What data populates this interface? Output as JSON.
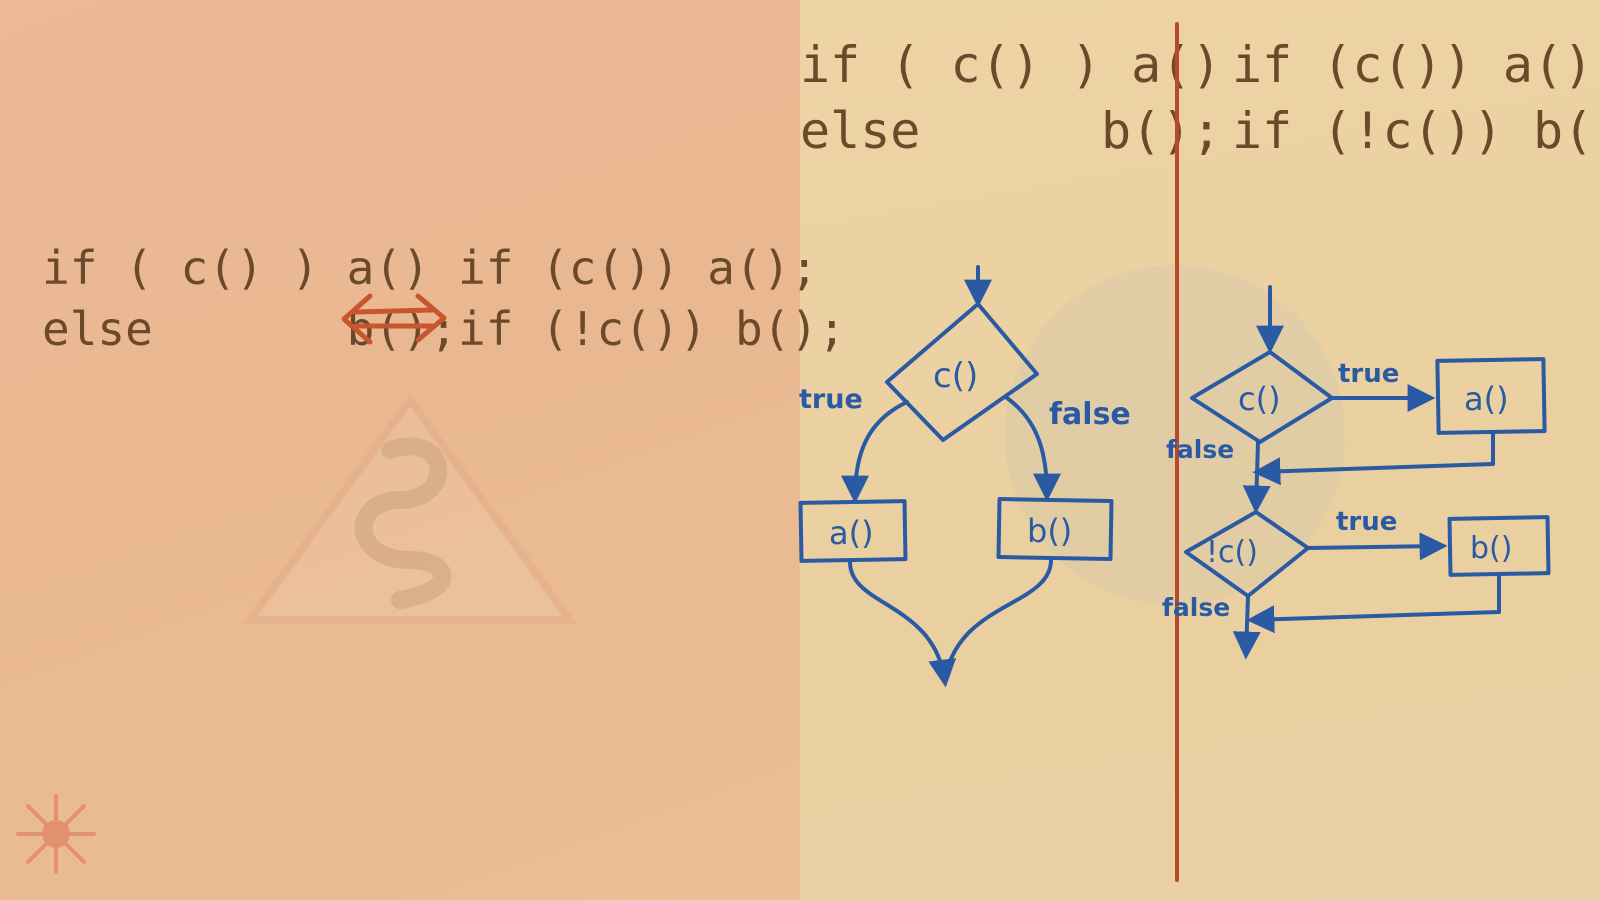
{
  "left_panel": {
    "code_if_else": [
      "if ( c() ) a()",
      "else       b();"
    ],
    "code_two_ifs": [
      "if (c()) a();",
      "if (!c()) b();"
    ],
    "equivalence_icon": "double-arrow-icon"
  },
  "middle_panel": {
    "code": [
      "if ( c() ) a()",
      "else      b();"
    ],
    "flowchart": {
      "condition": "c()",
      "true_label": "true",
      "false_label": "false",
      "true_action": "a()",
      "false_action": "b()"
    }
  },
  "right_panel": {
    "code": [
      "if (c()) a();",
      "if (!c()) b();"
    ],
    "flowchart": {
      "condition_1": "c()",
      "true_label_1": "true",
      "false_label_1": "false",
      "action_1": "a()",
      "condition_2": "!c()",
      "true_label_2": "true",
      "false_label_2": "false",
      "action_2": "b()"
    }
  },
  "colors": {
    "ink_brown": "#6b4a2b",
    "ink_blue": "#2a5aa3",
    "divider_red": "#b8492b",
    "arrow_orange": "#c8552e"
  }
}
